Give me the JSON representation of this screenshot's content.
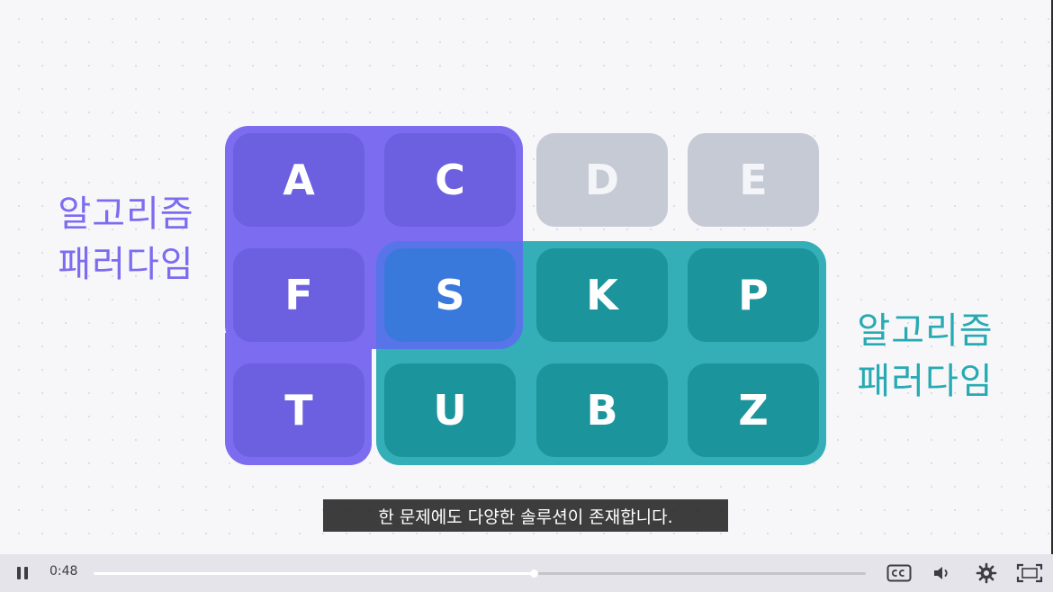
{
  "slide": {
    "label_left": "알고리즘\n패러다임",
    "label_right": "알고리즘\n패러다임",
    "tiles": {
      "a": "A",
      "c": "C",
      "d": "D",
      "e": "E",
      "f": "F",
      "s": "S",
      "k": "K",
      "p": "P",
      "t": "T",
      "u": "U",
      "b": "B",
      "z": "Z"
    },
    "colors": {
      "purple": "#7b6cf0",
      "teal": "#27aab2",
      "overlap_blue": "#3a79dc",
      "inactive_grey": "#c6cad5"
    }
  },
  "subtitle": "한 문제에도 다양한 솔루션이 존재합니다.",
  "player": {
    "current_time": "0:48",
    "progress": 0.57,
    "icons": {
      "pause": "pause-icon",
      "captions": "cc-icon",
      "volume": "volume-icon",
      "settings": "gear-icon",
      "fullscreen": "fullscreen-icon"
    }
  }
}
